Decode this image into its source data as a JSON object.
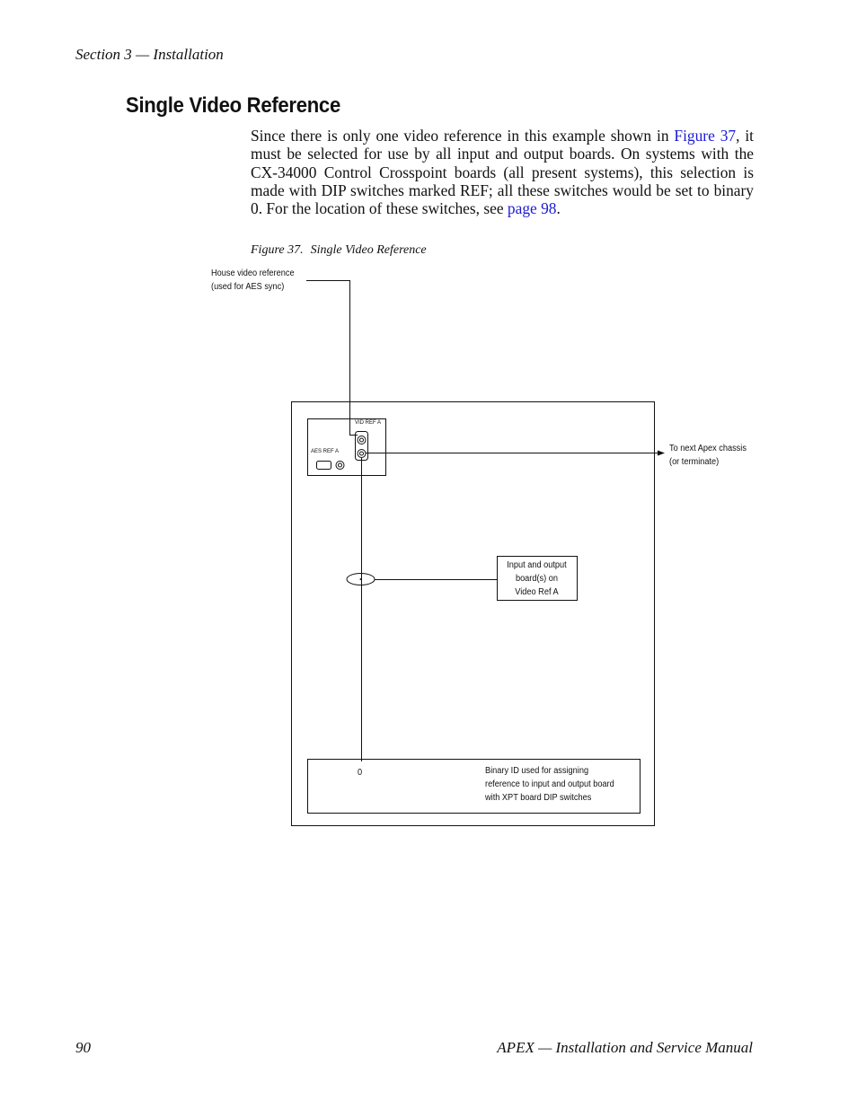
{
  "header": {
    "section": "Section 3 — Installation"
  },
  "heading": "Single Video Reference",
  "paragraph": {
    "part1": "Since there is only one video reference in this example shown in ",
    "link1": "Figure 37",
    "part2": ", it must be selected for use by all input and output boards. On systems with the CX-34000 Control Crosspoint boards (all present systems), this selection is made with DIP switches marked REF; all these switches would be set to binary 0. For the location of these switches, see ",
    "link2": "page 98",
    "part3": "."
  },
  "figure": {
    "number": "Figure 37.",
    "title": "Single Video Reference",
    "house_ref_line1": "House video reference",
    "house_ref_line2": "(used for AES sync)",
    "vid_ref_label": "VID REF A",
    "aes_ref_label": "AES REF A",
    "next_chassis_line1": "To next Apex chassis",
    "next_chassis_line2": "(or terminate)",
    "boards_line1": "Input and output",
    "boards_line2": "board(s) on",
    "boards_line3": "Video Ref A",
    "binary_value": "0",
    "binary_line1": "Binary ID used for assigning",
    "binary_line2": "reference to input and output board",
    "binary_line3": "with  XPT board DIP switches"
  },
  "footer": {
    "page_number": "90",
    "manual_title": "APEX  —  Installation and Service Manual"
  }
}
